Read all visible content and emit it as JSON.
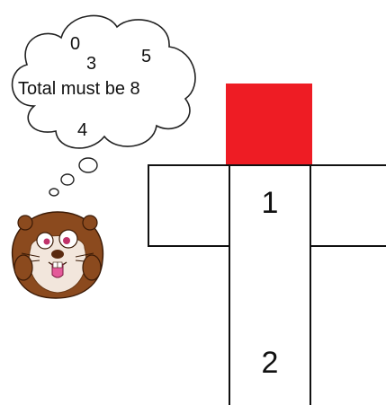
{
  "thought_bubble": {
    "numbers": [
      "0",
      "3",
      "5",
      "4"
    ],
    "message": "Total must be 8"
  },
  "grid": {
    "target_color": "#ee1c24",
    "line_color": "#111111",
    "cells": [
      {
        "id": "center",
        "value": "1"
      },
      {
        "id": "left",
        "value": ""
      },
      {
        "id": "right",
        "value": ""
      },
      {
        "id": "below",
        "value": ""
      },
      {
        "id": "bottom",
        "value": "2"
      }
    ]
  },
  "character": {
    "icon": "beaver-icon",
    "fur_color": "#8b4a1e",
    "face_color": "#f2e6dc"
  }
}
